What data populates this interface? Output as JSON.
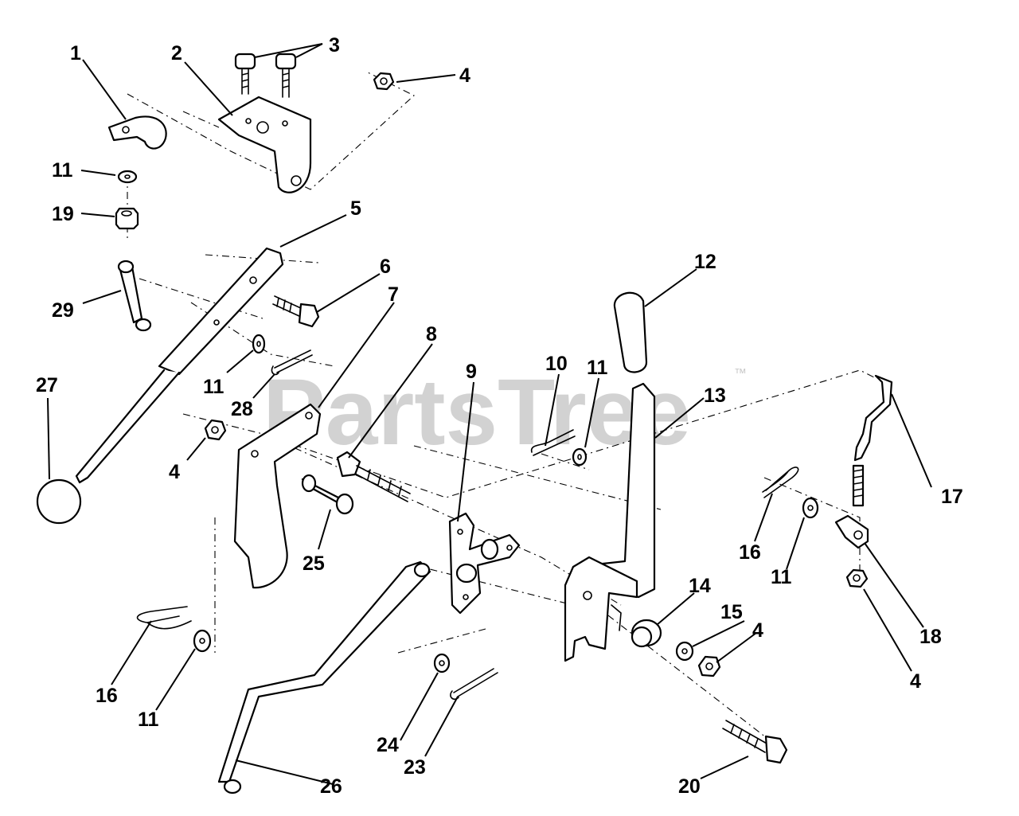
{
  "watermark": {
    "text": "PartsTree",
    "trademark": "™"
  },
  "callouts": {
    "c1": "1",
    "c2": "2",
    "c3": "3",
    "c4a": "4",
    "c4b": "4",
    "c4c": "4",
    "c4d": "4",
    "c5": "5",
    "c6": "6",
    "c7": "7",
    "c8": "8",
    "c9": "9",
    "c10": "10",
    "c11a": "11",
    "c11b": "11",
    "c11c": "11",
    "c11d": "11",
    "c11e": "11",
    "c12": "12",
    "c13": "13",
    "c14": "14",
    "c15": "15",
    "c16a": "16",
    "c16b": "16",
    "c17": "17",
    "c18": "18",
    "c19": "19",
    "c20": "20",
    "c23": "23",
    "c24": "24",
    "c25": "25",
    "c26": "26",
    "c27": "27",
    "c28": "28",
    "c29": "29"
  }
}
